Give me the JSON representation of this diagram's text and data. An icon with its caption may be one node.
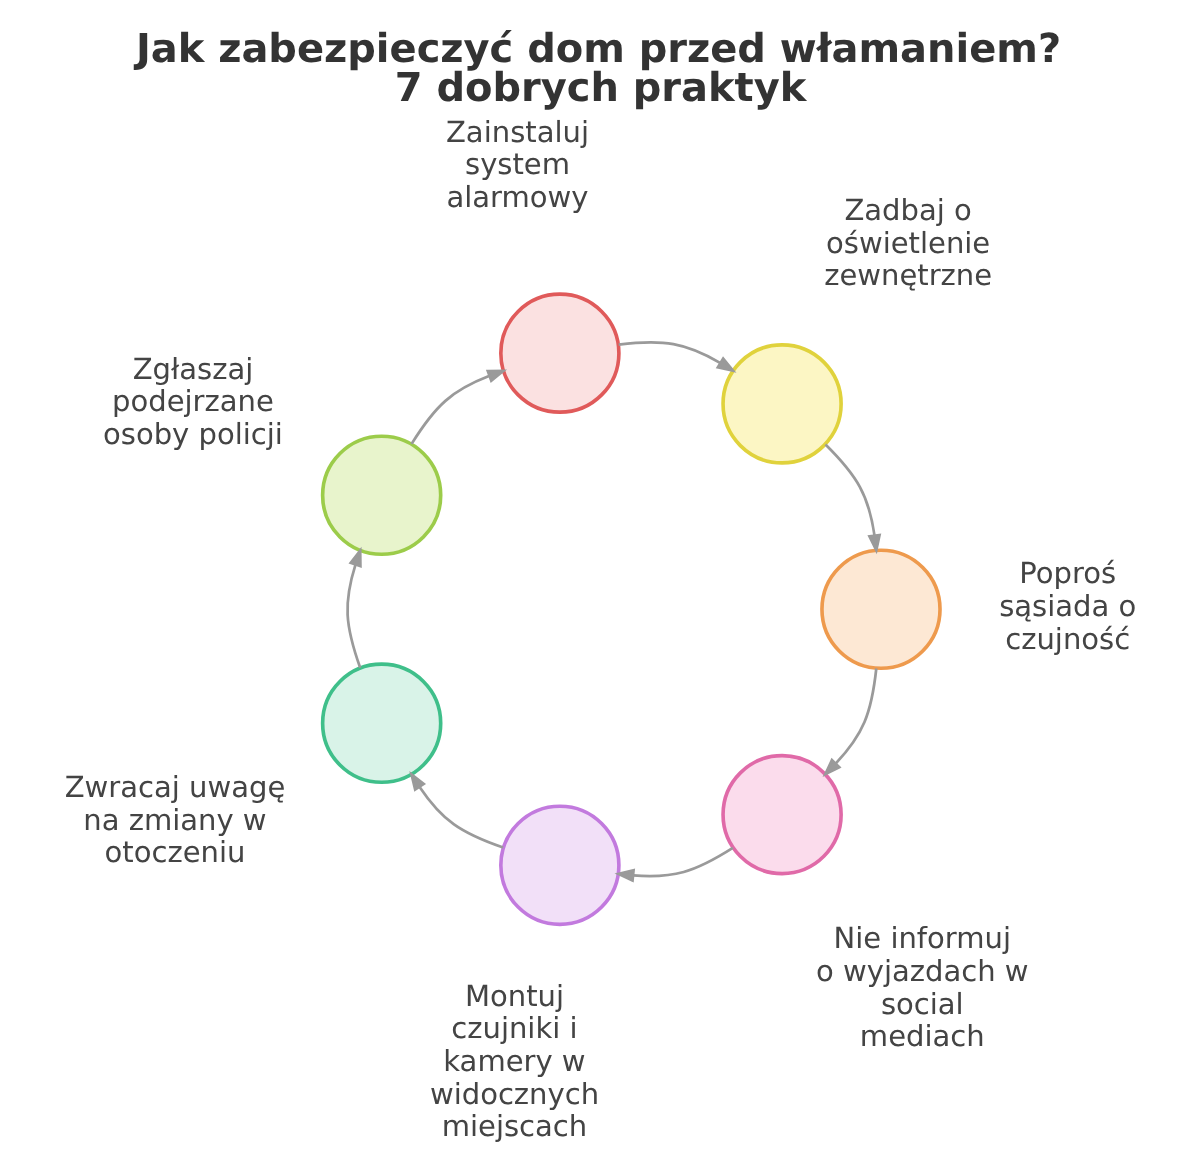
{
  "diagram": {
    "title": "Jak zabezpieczyć dom przed włamaniem? 7 dobrych praktyk",
    "nodes": [
      {
        "text": [],
        "shape": "circle",
        "beside": [
          "Zainstaluj system alarmowy"
        ]
      },
      {
        "text": [],
        "shape": "circle",
        "beside": [
          "Zadbaj o oświetlenie zewnętrzne"
        ]
      },
      {
        "text": [],
        "shape": "circle",
        "beside": [
          "Poproś sąsiada o czujność"
        ]
      },
      {
        "text": [],
        "shape": "circle",
        "beside": [
          "Nie informuj o wyjazdach w social mediach"
        ]
      },
      {
        "text": [],
        "shape": "circle",
        "beside": [
          "Montuj czujniki i kamery w widocznych miejscach"
        ]
      },
      {
        "text": [],
        "shape": "circle",
        "beside": [
          "Zwracaj uwagę na zmiany w otoczeniu"
        ]
      },
      {
        "text": [],
        "shape": "circle",
        "beside": [
          "Zgłaszaj podejrzane osoby policji"
        ]
      }
    ],
    "edges": [
      {
        "from": 0,
        "to": 1,
        "arrow": "to"
      },
      {
        "from": 1,
        "to": 2,
        "arrow": "to"
      },
      {
        "from": 2,
        "to": 3,
        "arrow": "to"
      },
      {
        "from": 3,
        "to": 4,
        "arrow": "to"
      },
      {
        "from": 4,
        "to": 5,
        "arrow": "to"
      },
      {
        "from": 5,
        "to": 6,
        "arrow": "to"
      },
      {
        "from": 6,
        "to": 0,
        "arrow": "to"
      }
    ]
  }
}
